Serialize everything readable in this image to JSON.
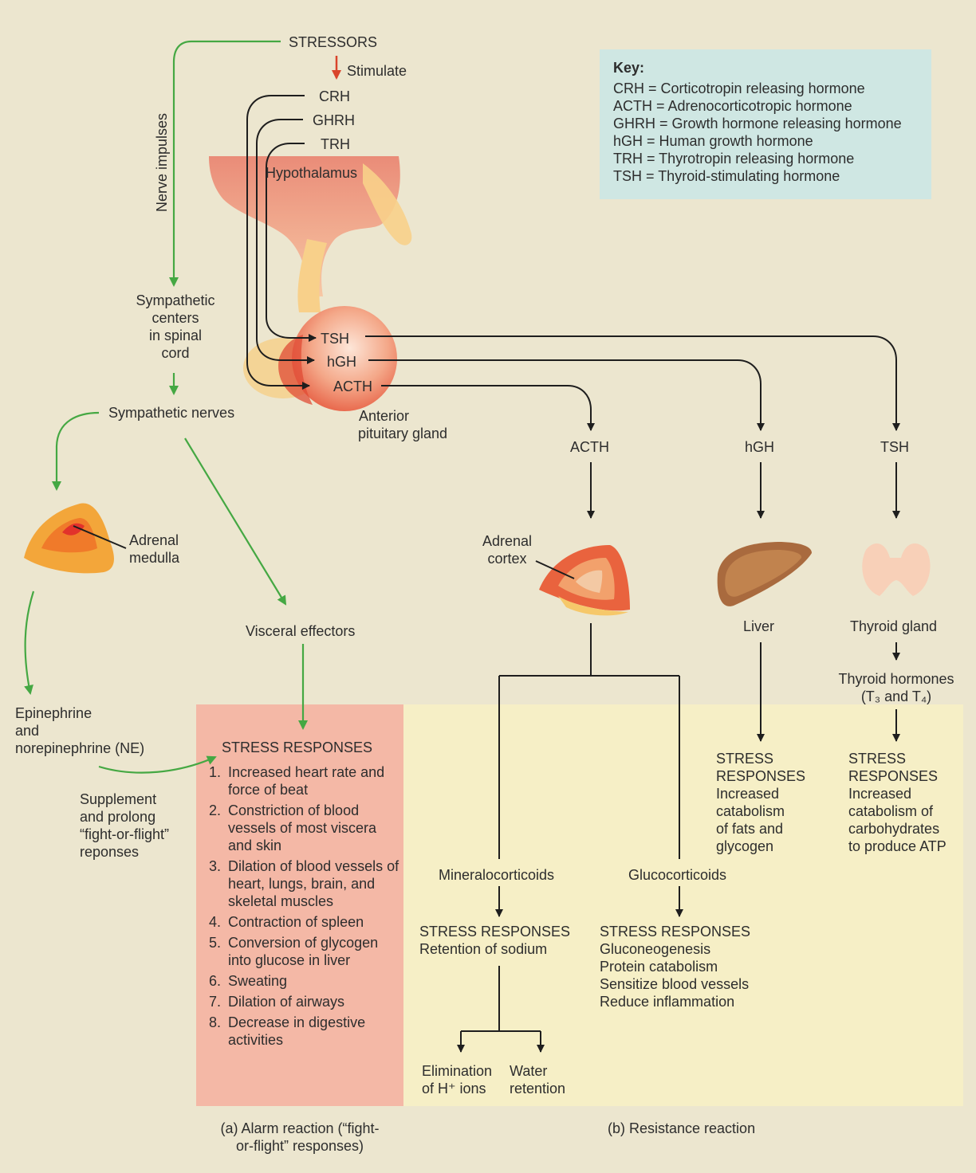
{
  "colors": {
    "background": "#ece6cf",
    "alarm_panel": "#f4b8a6",
    "resistance_panel": "#f6efc6",
    "key_panel": "#cfe7e3",
    "green_arrow": "#45a843",
    "red_arrow": "#d9442b",
    "black_line": "#1e1e1e"
  },
  "top": {
    "stressors": "STRESSORS",
    "stimulate": "Stimulate",
    "crh": "CRH",
    "ghrh": "GHRH",
    "trh": "TRH",
    "hypothalamus": "Hypothalamus",
    "nerve_impulses": "Nerve impulses"
  },
  "pituitary": {
    "tsh": "TSH",
    "hgh": "hGH",
    "acth": "ACTH",
    "label_line1": "Anterior",
    "label_line2": "pituitary gland"
  },
  "key": {
    "title": "Key:",
    "entries": [
      "CRH = Corticotropin releasing hormone",
      "ACTH = Adrenocorticotropic hormone",
      "GHRH = Growth hormone releasing hormone",
      "hGH = Human growth hormone",
      "TRH = Thyrotropin releasing hormone",
      "TSH = Thyroid-stimulating hormone"
    ]
  },
  "alarm": {
    "sympathetic_centers": [
      "Sympathetic",
      "centers",
      "in spinal",
      "cord"
    ],
    "sympathetic_nerves": "Sympathetic nerves",
    "adrenal_medulla": [
      "Adrenal",
      "medulla"
    ],
    "visceral_effectors": "Visceral effectors",
    "epinephrine": [
      "Epinephrine",
      "and",
      "norepinephrine (NE)"
    ],
    "supplement": [
      "Supplement",
      "and prolong",
      "“fight-or-flight”",
      "reponses"
    ],
    "responses_title": "STRESS RESPONSES",
    "responses": [
      {
        "n": "1.",
        "text": "Increased heart rate and force of beat"
      },
      {
        "n": "2.",
        "text": "Constriction of blood vessels of most viscera and skin"
      },
      {
        "n": "3.",
        "text": "Dilation of blood vessels of heart, lungs, brain, and skeletal muscles"
      },
      {
        "n": "4.",
        "text": "Contraction of spleen"
      },
      {
        "n": "5.",
        "text": "Conversion of glycogen into glucose in liver"
      },
      {
        "n": "6.",
        "text": "Sweating"
      },
      {
        "n": "7.",
        "text": "Dilation of airways"
      },
      {
        "n": "8.",
        "text": "Decrease in digestive activities"
      }
    ],
    "caption": [
      "(a) Alarm reaction (“fight-",
      "or-flight” responses)"
    ]
  },
  "resistance": {
    "acth": "ACTH",
    "hgh": "hGH",
    "tsh": "TSH",
    "adrenal_cortex": [
      "Adrenal",
      "cortex"
    ],
    "liver": "Liver",
    "thyroid_gland": "Thyroid gland",
    "thyroid_hormones": "Thyroid hormones",
    "thyroid_t": "(T₃ and T₄)",
    "liver_responses": [
      "STRESS",
      "RESPONSES",
      "Increased",
      "catabolism",
      "of fats and",
      "glycogen"
    ],
    "thyroid_responses": [
      "STRESS",
      "RESPONSES",
      "Increased",
      "catabolism of",
      "carbohydrates",
      "to produce ATP"
    ],
    "mineralocorticoids": "Mineralocorticoids",
    "glucocorticoids": "Glucocorticoids",
    "mineral_responses": [
      "STRESS RESPONSES",
      "Retention of sodium"
    ],
    "gluco_responses": [
      "STRESS RESPONSES",
      "Gluconeogenesis",
      "Protein catabolism",
      "Sensitize blood vessels",
      "Reduce inflammation"
    ],
    "elimination": [
      "Elimination",
      "of H⁺ ions"
    ],
    "water": [
      "Water",
      "retention"
    ],
    "caption": "(b) Resistance reaction"
  }
}
